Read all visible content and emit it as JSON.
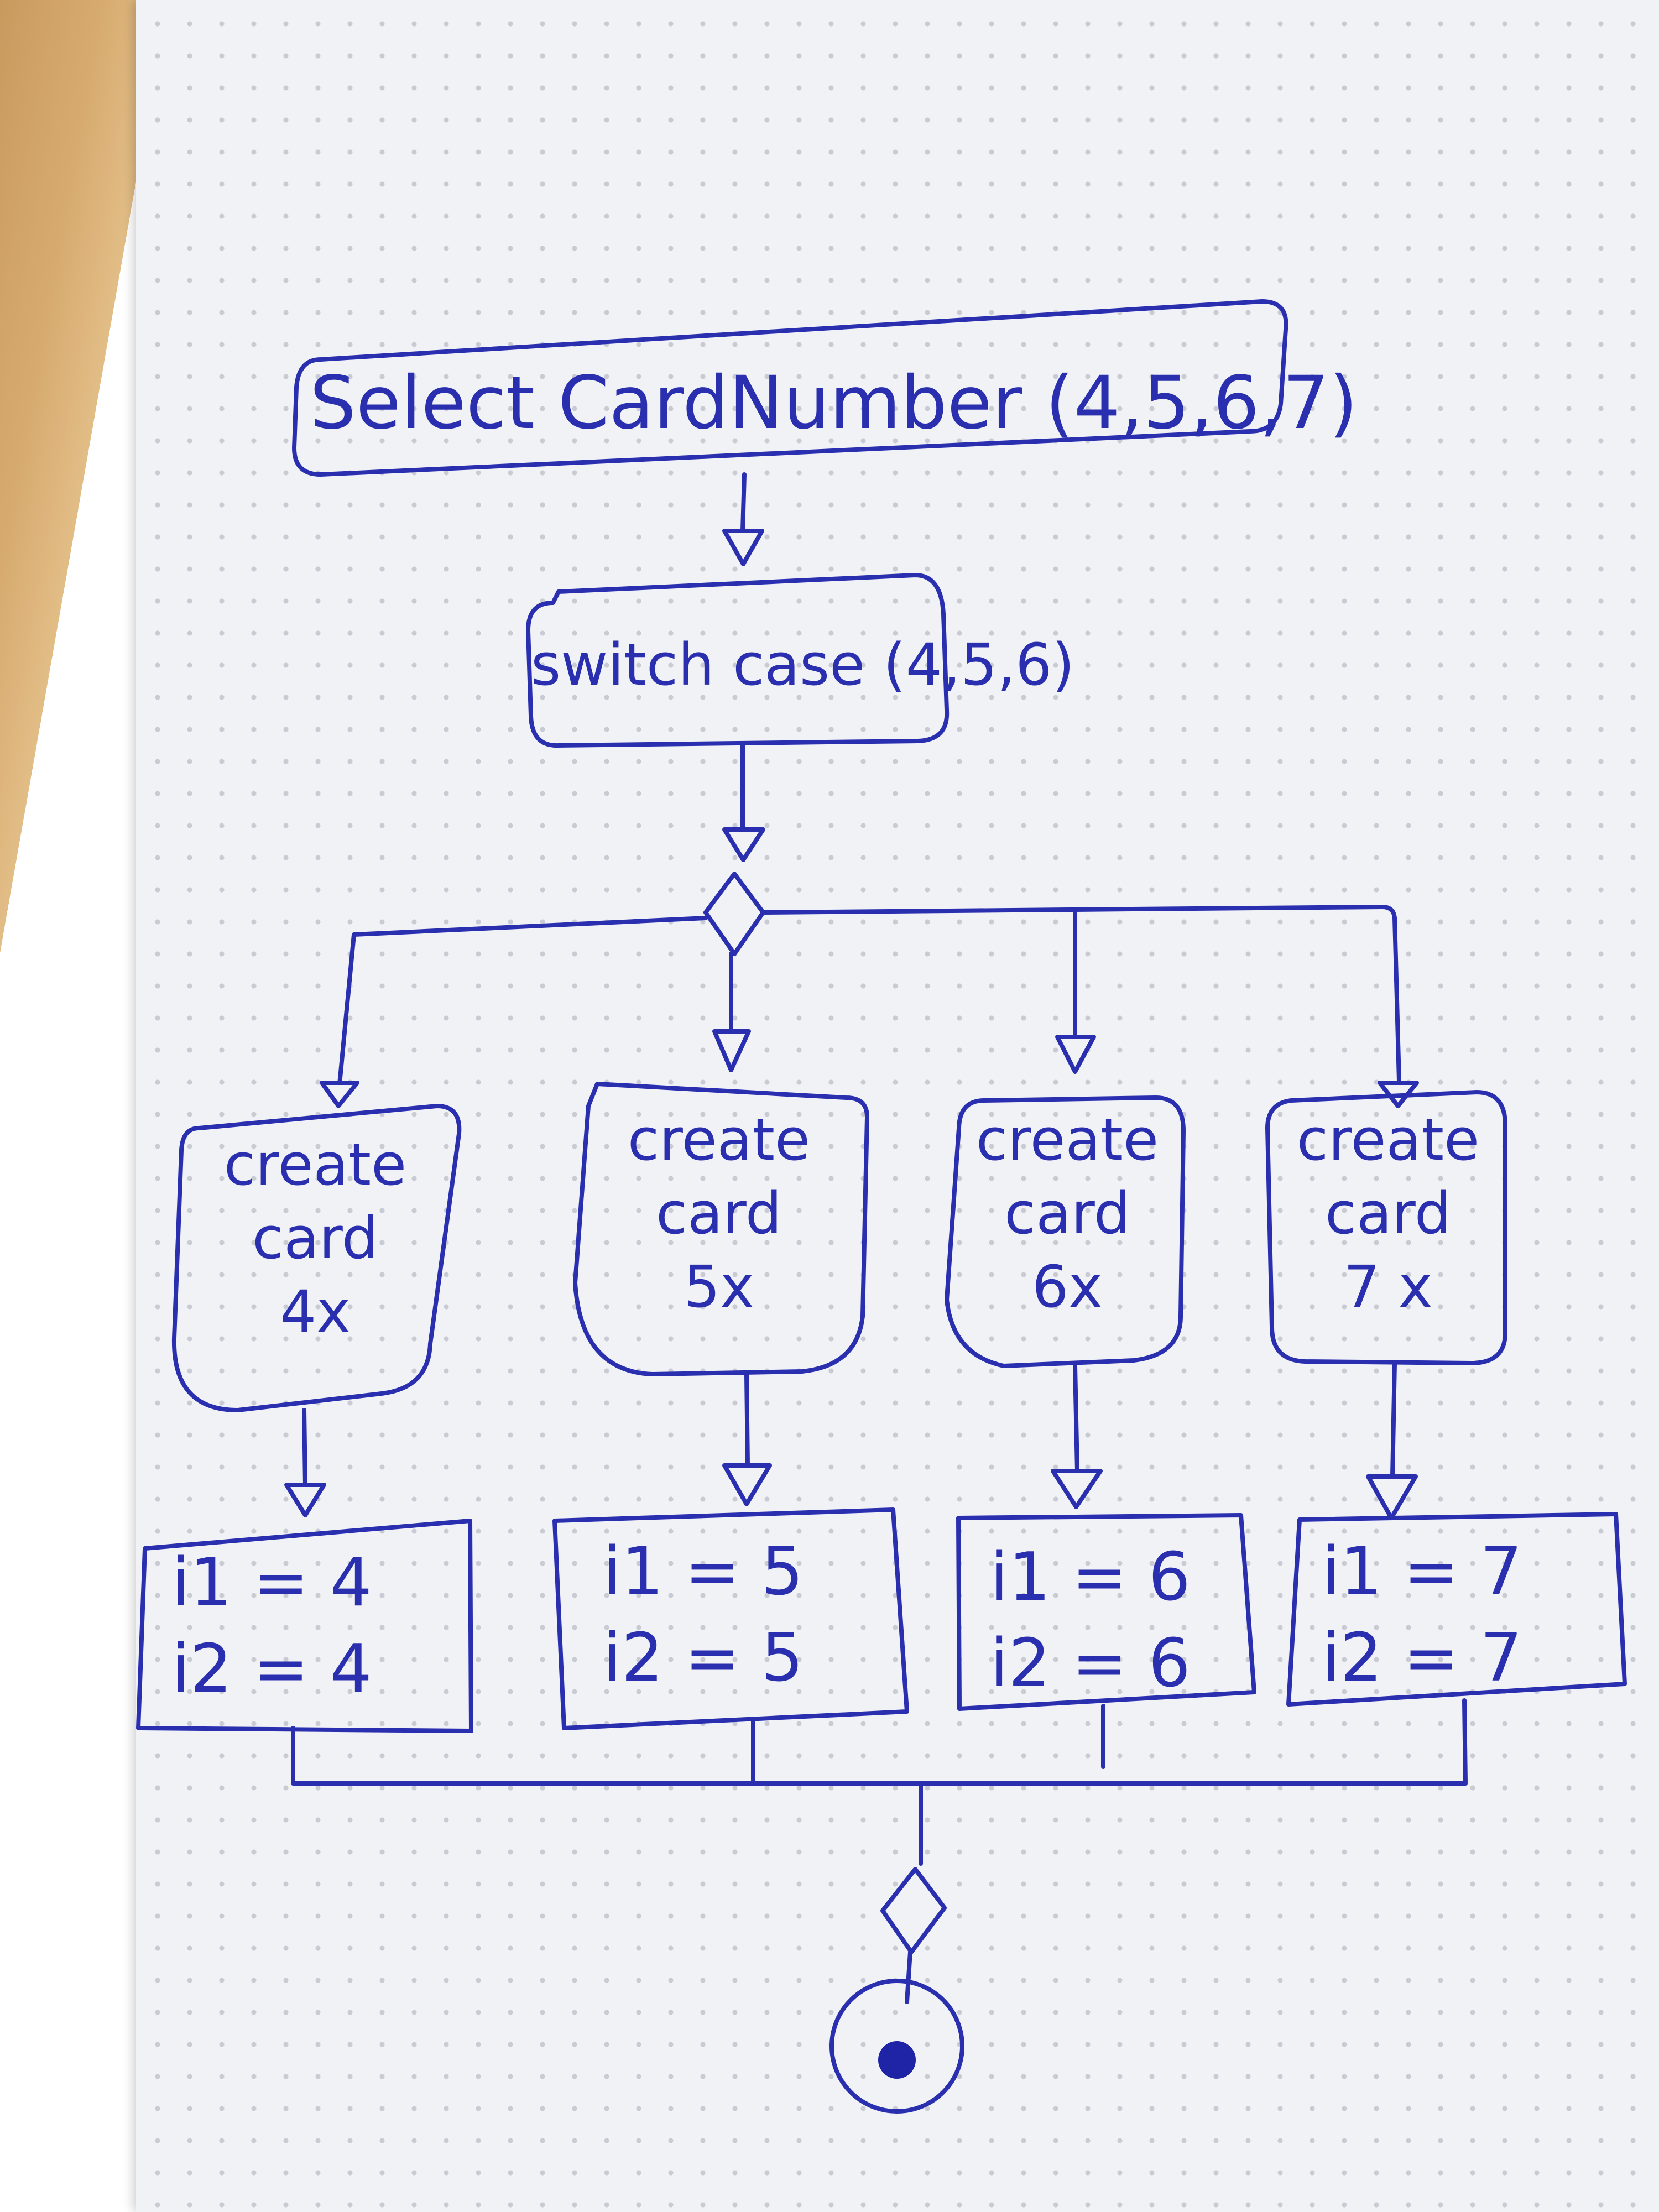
{
  "diagram": {
    "start_action": "Select CardNumber (4,5,6,7)",
    "switch_action": "switch case (4,5,6)",
    "branches": [
      {
        "create": "create\ncard\n4x",
        "assign": "i1 = 4\ni2 = 4"
      },
      {
        "create": "create\ncard\n5x",
        "assign": "i1 = 5\ni2 = 5"
      },
      {
        "create": "create\ncard\n6x",
        "assign": "i1 = 6\ni2 = 6"
      },
      {
        "create": "create\ncard\n7 x",
        "assign": "i1 = 7\ni2 = 7"
      }
    ]
  },
  "colors": {
    "ink": "#2a2fb0",
    "paper": "#f1f2f6",
    "desk": "#d7ab70"
  }
}
